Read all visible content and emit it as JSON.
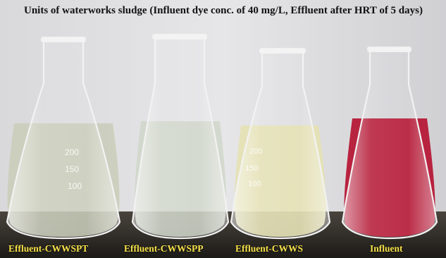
{
  "title": "Units of waterworks sludge (Influent dye conc. of 40 mg/L, Effluent after HRT of 5 days)",
  "flasks": [
    {
      "label": "Effluent-CWWSPT",
      "liquid_color": "#c9ccb8",
      "marks": [
        "200",
        "150",
        "100"
      ]
    },
    {
      "label": "Effluent-CWWSPP",
      "liquid_color": "#cfd6c9",
      "marks": []
    },
    {
      "label": "Effluent-CWWS",
      "liquid_color": "#e4e1b3",
      "marks": [
        "200",
        "150",
        "100"
      ]
    },
    {
      "label": "Influent",
      "liquid_color": "#b8233f",
      "marks": []
    }
  ],
  "colors": {
    "caption": "#f6e14a",
    "wall": "#dadadc",
    "bench": "#2e2a26"
  }
}
